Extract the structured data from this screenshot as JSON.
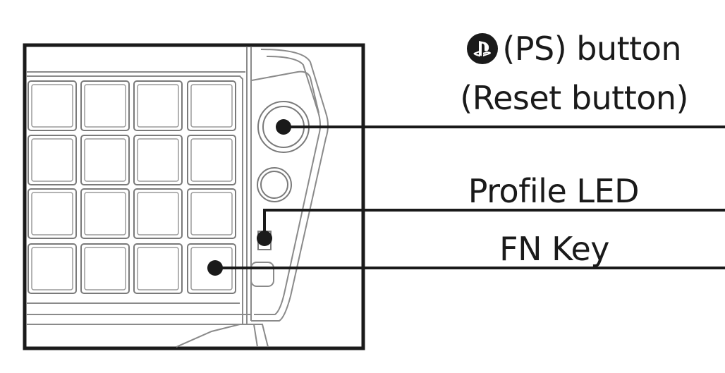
{
  "callouts": {
    "ps_button": {
      "icon": "playstation-logo-icon",
      "text": "(PS) button"
    },
    "reset_button": {
      "text": "(Reset button)"
    },
    "profile_led": {
      "text": "Profile LED"
    },
    "fn_key": {
      "text": "FN Key"
    }
  },
  "colors": {
    "line": "#1a1a1a",
    "key_stroke": "#7a7a7a",
    "frame": "#1a1a1a"
  }
}
